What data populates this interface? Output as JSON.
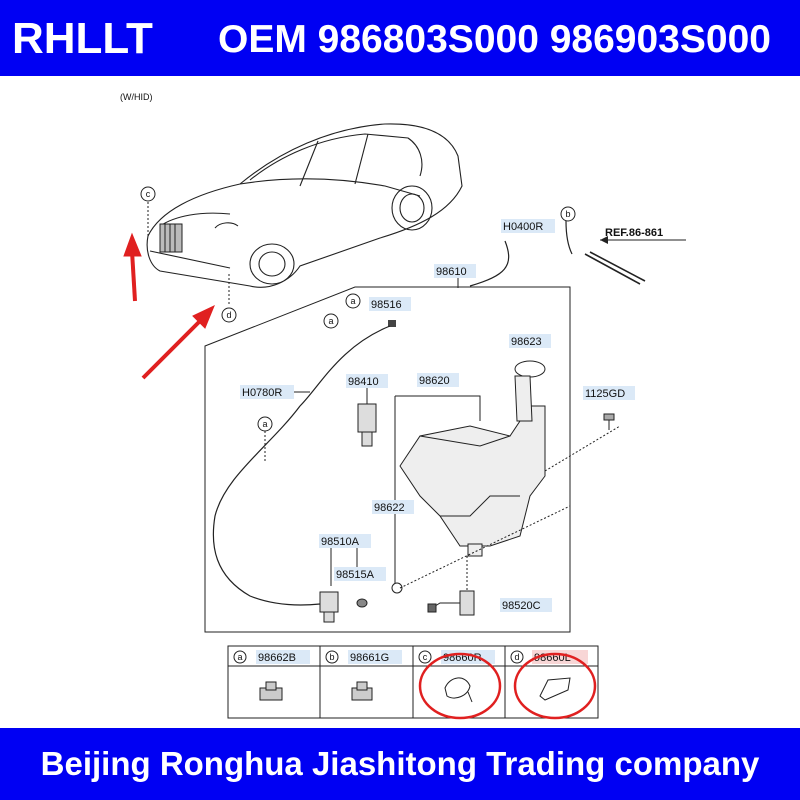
{
  "header": {
    "brand": "RHLLT",
    "oem_line": "OEM 986803S000 986903S000"
  },
  "footer": {
    "company": "Beijing Ronghua Jiashitong Trading company"
  },
  "diagram": {
    "variant_note": "(W/HID)",
    "reference": "REF.86-861",
    "part_labels": {
      "hose_h0400r": "H0400R",
      "hose_assy": "98610",
      "clip_98516": "98516",
      "cap": "98623",
      "hose_h0780r": "H0780R",
      "pump_98410": "98410",
      "reservoir": "98620",
      "bolt": "1125GD",
      "seal": "98622",
      "pump_98510a": "98510A",
      "grommet": "98515A",
      "level_sensor": "98520C"
    },
    "callout_letters": [
      "a",
      "b",
      "c",
      "d"
    ],
    "legend": [
      {
        "letter": "a",
        "part": "98662B",
        "highlight": false
      },
      {
        "letter": "b",
        "part": "98661G",
        "highlight": false
      },
      {
        "letter": "c",
        "part": "98660R",
        "highlight": false
      },
      {
        "letter": "d",
        "part": "98660L",
        "highlight": true
      }
    ],
    "colors": {
      "banner": "#0000f3",
      "label_box": "#dbe9f7",
      "highlight_box": "#f8d6d6",
      "annotation": "#e02020"
    }
  }
}
